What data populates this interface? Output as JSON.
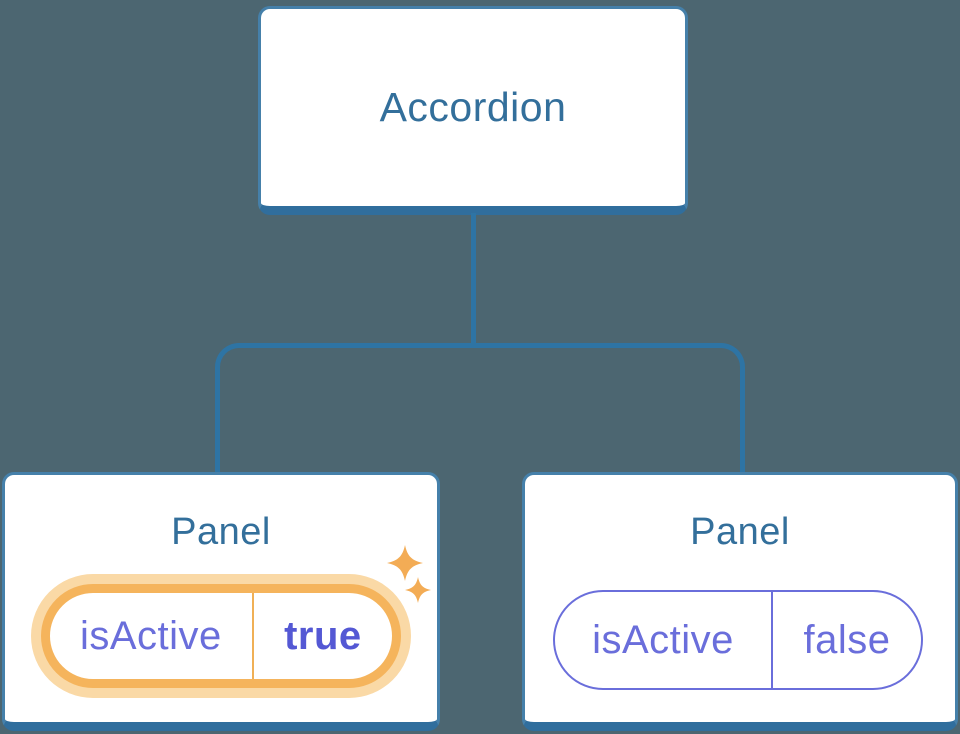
{
  "diagram": {
    "description": "React component tree: Accordion parent with two Panel children holding isActive state",
    "background_color": "#4C6671",
    "node_border_color": "#4580AA",
    "connector_color": "#2E74A4",
    "title_text_color": "#336F9B",
    "highlight_orange": "#F5B45C",
    "state_purple": "#6A6EDB",
    "root_node": {
      "label": "Accordion"
    },
    "panels": [
      {
        "label": "Panel",
        "state_name": "isActive",
        "state_value": "true",
        "highlighted": true,
        "icon": "sparkle-icon"
      },
      {
        "label": "Panel",
        "state_name": "isActive",
        "state_value": "false",
        "highlighted": false
      }
    ]
  }
}
